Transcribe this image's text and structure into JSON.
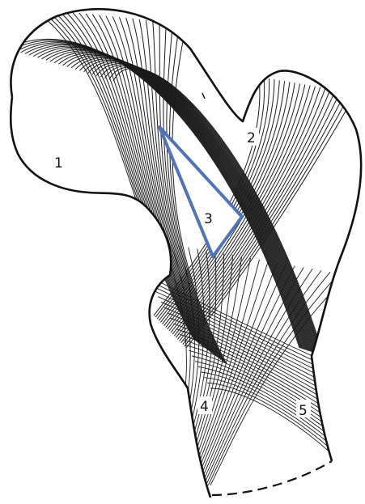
{
  "labels": {
    "region_1": "1",
    "region_2": "2",
    "region_3": "3",
    "region_4": "4",
    "region_5": "5"
  },
  "colors": {
    "outline": "#111111",
    "trabeculae": "#1a1a1a",
    "highlight": "#4f74b8",
    "background": "#ffffff"
  }
}
